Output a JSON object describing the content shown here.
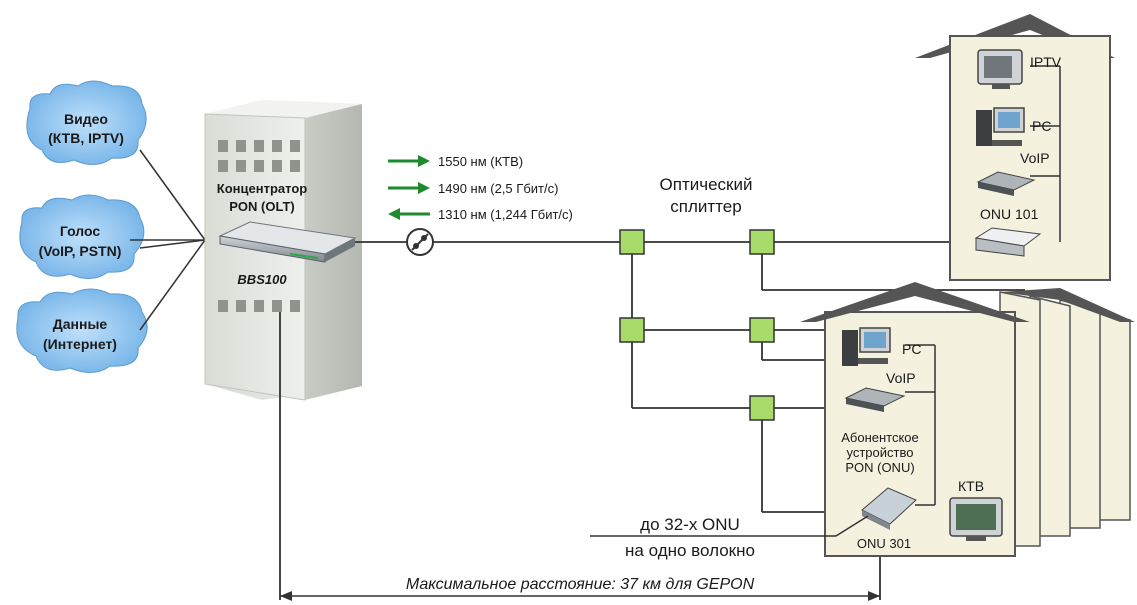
{
  "sources": {
    "video": {
      "line1": "Видео",
      "line2": "(КТВ, IPTV)"
    },
    "voice": {
      "line1": "Голос",
      "line2": "(VoIP, PSTN)"
    },
    "data": {
      "line1": "Данные",
      "line2": "(Интернет)"
    }
  },
  "olt": {
    "title_line1": "Концентратор",
    "title_line2": "PON (OLT)",
    "model": "BBS100"
  },
  "wavelengths": [
    {
      "label": "1550 нм (КТВ)",
      "direction": "downstream"
    },
    {
      "label": "1490 нм (2,5 Гбит/с)",
      "direction": "downstream"
    },
    {
      "label": "1310 нм (1,244 Гбит/с)",
      "direction": "upstream"
    }
  ],
  "splitter": {
    "line1": "Оптический",
    "line2": "сплиттер"
  },
  "house1": {
    "devices": [
      "IPTV",
      "PC",
      "VoIP"
    ],
    "onu_label": "ONU 101"
  },
  "house2": {
    "devices": [
      "PC",
      "VoIP"
    ],
    "onu_caption": [
      "Абонентское",
      "устройство",
      "PON (ONU)"
    ],
    "tv_label": "КТВ",
    "onu_label": "ONU 301"
  },
  "fiber_note": {
    "line1": "до 32-х ONU",
    "line2": "на одно волокно"
  },
  "distance_note": "Максимальное расстояние: 37 км для GEPON",
  "colors": {
    "cloud": "#7fb8e8",
    "cloud_text": "#1a1a1a",
    "arrow": "#1e8a2e",
    "splitter": "#a8dc6a",
    "house": "#f5f1df",
    "cabinet": "#e3e6e1"
  }
}
